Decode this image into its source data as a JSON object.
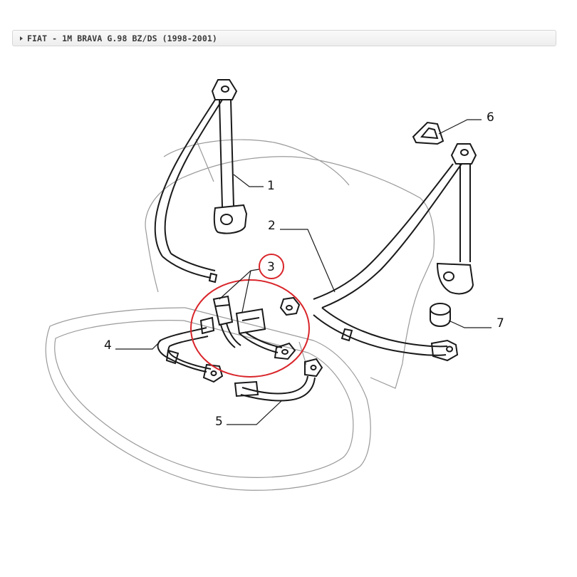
{
  "breadcrumb": {
    "text": "FIAT - 1M BRAVA G.98 BZ/DS (1998-2001)",
    "icon": "triangle-right-icon"
  },
  "diagram": {
    "callouts": [
      {
        "id": "1",
        "label": "1"
      },
      {
        "id": "2",
        "label": "2"
      },
      {
        "id": "3",
        "label": "3"
      },
      {
        "id": "4",
        "label": "4"
      },
      {
        "id": "5",
        "label": "5"
      },
      {
        "id": "6",
        "label": "6"
      },
      {
        "id": "7",
        "label": "7"
      }
    ],
    "highlight_color": "#d9252a",
    "line_color": "#1a1a1a",
    "seat_line_color": "#9a9a9a"
  }
}
